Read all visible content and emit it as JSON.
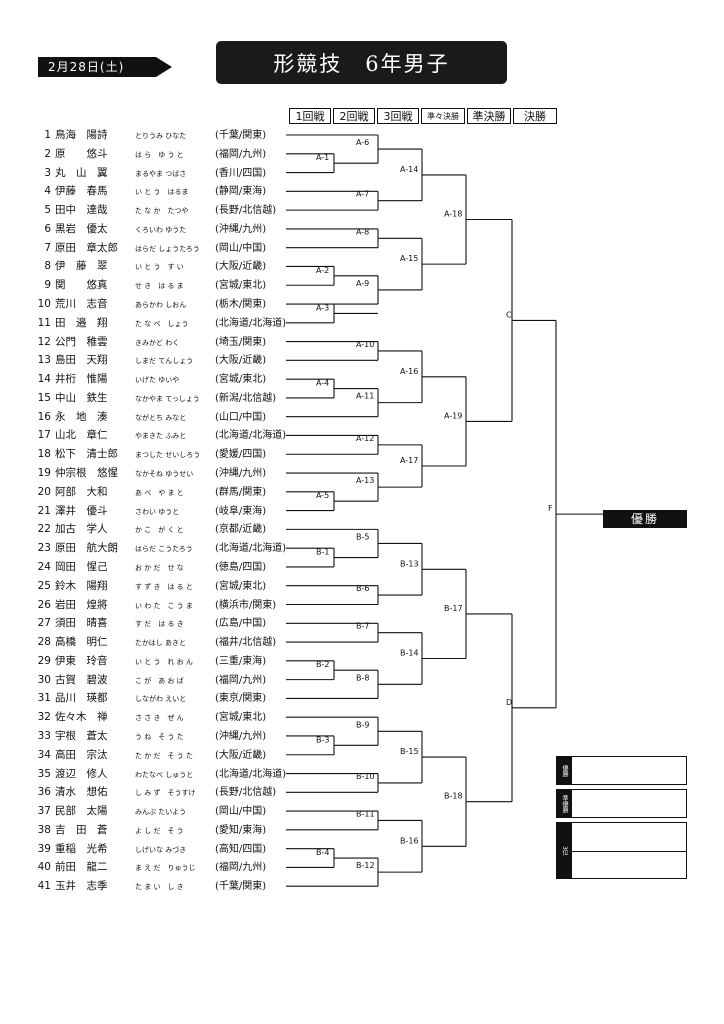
{
  "header": {
    "date": "2月28日(土)",
    "title": "形競技　6年男子"
  },
  "rounds": [
    "1回戦",
    "2回戦",
    "3回戦",
    "準々決勝",
    "準決勝",
    "決勝"
  ],
  "champion_label": "優勝",
  "results": {
    "first": "優勝",
    "second": "準優勝",
    "third": "3位"
  },
  "entries": [
    {
      "no": "1",
      "name": "鳥海　陽詩",
      "kana": "とりうみ ひなた",
      "aff": "(千葉/関東)"
    },
    {
      "no": "2",
      "name": "原　　悠斗",
      "kana": "は ら　ゆ う と",
      "aff": "(福岡/九州)"
    },
    {
      "no": "3",
      "name": "丸　山　翼",
      "kana": "まるやま つばさ",
      "aff": "(香川/四国)"
    },
    {
      "no": "4",
      "name": "伊藤　春馬",
      "kana": "い と う　はるま",
      "aff": "(静岡/東海)"
    },
    {
      "no": "5",
      "name": "田中　達哉",
      "kana": "た な か　たつや",
      "aff": "(長野/北信越)"
    },
    {
      "no": "6",
      "name": "黒岩　優太",
      "kana": "くろいわ ゆうた",
      "aff": "(沖縄/九州)"
    },
    {
      "no": "7",
      "name": "原田　章太郎",
      "kana": "はらだ しょうたろう",
      "aff": "(岡山/中国)"
    },
    {
      "no": "8",
      "name": "伊　藤　翠",
      "kana": "い と う　す い",
      "aff": "(大阪/近畿)"
    },
    {
      "no": "9",
      "name": "関　　悠真",
      "kana": "せ き　は る ま",
      "aff": "(宮城/東北)"
    },
    {
      "no": "10",
      "name": "荒川　志音",
      "kana": "あらかわ しおん",
      "aff": "(栃木/関東)"
    },
    {
      "no": "11",
      "name": "田　邉　翔",
      "kana": "た な べ　しょう",
      "aff": "(北海道/北海道)"
    },
    {
      "no": "12",
      "name": "公門　稚雲",
      "kana": "きみかど わく",
      "aff": "(埼玉/関東)"
    },
    {
      "no": "13",
      "name": "島田　天翔",
      "kana": "しまだ てんしょう",
      "aff": "(大阪/近畿)"
    },
    {
      "no": "14",
      "name": "井桁　惟陽",
      "kana": "いげた ゆいや",
      "aff": "(宮城/東北)"
    },
    {
      "no": "15",
      "name": "中山　鉄生",
      "kana": "なかやま てっしょう",
      "aff": "(新潟/北信越)"
    },
    {
      "no": "16",
      "name": "永　地　湊",
      "kana": "ながとち みなと",
      "aff": "(山口/中国)"
    },
    {
      "no": "17",
      "name": "山北　章仁",
      "kana": "やまきた ふみと",
      "aff": "(北海道/北海道)"
    },
    {
      "no": "18",
      "name": "松下　清士郎",
      "kana": "まつした せいしろう",
      "aff": "(愛媛/四国)"
    },
    {
      "no": "19",
      "name": "仲宗根　悠惺",
      "kana": "なかそね ゆうせい",
      "aff": "(沖縄/九州)"
    },
    {
      "no": "20",
      "name": "阿部　大和",
      "kana": "あ べ　や ま と",
      "aff": "(群馬/関東)"
    },
    {
      "no": "21",
      "name": "澤井　優斗",
      "kana": "さわい ゆうと",
      "aff": "(岐阜/東海)"
    },
    {
      "no": "22",
      "name": "加古　学人",
      "kana": "か こ　が く と",
      "aff": "(京都/近畿)"
    },
    {
      "no": "23",
      "name": "原田　航大朗",
      "kana": "はらだ こうたろう",
      "aff": "(北海道/北海道)"
    },
    {
      "no": "24",
      "name": "岡田　惺己",
      "kana": "お か だ　せ な",
      "aff": "(徳島/四国)"
    },
    {
      "no": "25",
      "name": "鈴木　陽翔",
      "kana": "す ず き　は る と",
      "aff": "(宮城/東北)"
    },
    {
      "no": "26",
      "name": "岩田　煌將",
      "kana": "い わ た　こ う ま",
      "aff": "(横浜市/関東)"
    },
    {
      "no": "27",
      "name": "須田　晴喜",
      "kana": "す だ　は る き",
      "aff": "(広島/中国)"
    },
    {
      "no": "28",
      "name": "高橋　明仁",
      "kana": "たかはし あきと",
      "aff": "(福井/北信越)"
    },
    {
      "no": "29",
      "name": "伊東　玲音",
      "kana": "い と う　れ お ん",
      "aff": "(三重/東海)"
    },
    {
      "no": "30",
      "name": "古賀　碧波",
      "kana": "こ が　あ お ば",
      "aff": "(福岡/九州)"
    },
    {
      "no": "31",
      "name": "品川　瑛都",
      "kana": "しながわ えいと",
      "aff": "(東京/関東)"
    },
    {
      "no": "32",
      "name": "佐々木　禅",
      "kana": "さ さ き　ぜ ん",
      "aff": "(宮城/東北)"
    },
    {
      "no": "33",
      "name": "宇根　蒼太",
      "kana": "う ね　そ う た",
      "aff": "(沖縄/九州)"
    },
    {
      "no": "34",
      "name": "高田　宗汰",
      "kana": "た か だ　そ う た",
      "aff": "(大阪/近畿)"
    },
    {
      "no": "35",
      "name": "渡辺　修人",
      "kana": "わたなべ しゅうと",
      "aff": "(北海道/北海道)"
    },
    {
      "no": "36",
      "name": "清水　想佑",
      "kana": "し み ず　そうすけ",
      "aff": "(長野/北信越)"
    },
    {
      "no": "37",
      "name": "民部　太陽",
      "kana": "みんぶ たいよう",
      "aff": "(岡山/中国)"
    },
    {
      "no": "38",
      "name": "吉　田　蒼",
      "kana": "よ し だ　そ う",
      "aff": "(愛知/東海)"
    },
    {
      "no": "39",
      "name": "重稲　光希",
      "kana": "しげいな みづき",
      "aff": "(高知/四国)"
    },
    {
      "no": "40",
      "name": "前田　龍二",
      "kana": "ま え だ　りゅうじ",
      "aff": "(福岡/九州)"
    },
    {
      "no": "41",
      "name": "玉井　志季",
      "kana": "た ま い　し き",
      "aff": "(千葉/関東)"
    }
  ],
  "matches": {
    "r1": [
      "A-1",
      "A-2",
      "A-3",
      "A-4",
      "A-5",
      "B-1",
      "B-2",
      "B-3",
      "B-4"
    ],
    "r2": [
      "A-6",
      "A-7",
      "A-8",
      "A-9",
      "A-10",
      "A-11",
      "A-12",
      "A-13",
      "B-5",
      "B-6",
      "B-7",
      "B-8",
      "B-9",
      "B-10",
      "B-11",
      "B-12"
    ],
    "r3": [
      "A-14",
      "A-15",
      "A-16",
      "A-17",
      "B-13",
      "B-14",
      "B-15",
      "B-16"
    ],
    "qf": [
      "A-18",
      "A-19",
      "B-17",
      "B-18"
    ],
    "sf": [
      "C",
      "D"
    ],
    "final": [
      "F"
    ]
  }
}
